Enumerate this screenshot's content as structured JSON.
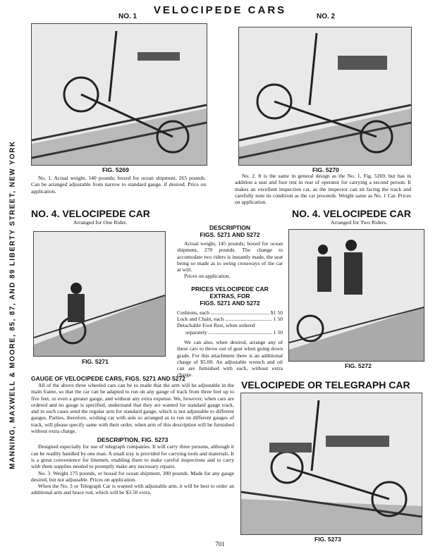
{
  "header": {
    "title": "VELOCIPEDE CARS",
    "no1": "NO. 1",
    "no2": "NO. 2"
  },
  "spine_text": "MANNING, MAXWELL & MOORE, 85, 87, AND 89 LIBERTY STREET, NEW YORK",
  "fig5269": {
    "caption": "FIG. 5269",
    "desc": "No. 1. Actual weight, 140 pounds; boxed for ocean shipment, 265 pounds. Can be arranged adjustable from narrow to standard gauge, if desired. Price on application."
  },
  "fig5270": {
    "caption": "FIG. 5270",
    "desc": "No. 2. It is the same in general design as the No. 1, Fig. 5269, but has in addition a seat and foot rest in rear of operator for carrying a second person. It makes an excellent inspection car, as the inspector can sit facing the track and carefully note its condition as the car proceeds. Weight same as No. 1 Car. Prices on application."
  },
  "no4_left": {
    "title": "NO. 4. VELOCIPEDE CAR",
    "sub": "Arranged for One Rider."
  },
  "no4_right": {
    "title": "NO. 4. VELOCIPEDE CAR",
    "sub": "Arranged for Two Riders."
  },
  "description": {
    "heading1": "DESCRIPTION",
    "heading2": "FIGS. 5271 AND 5272",
    "text": "Actual weight, 145 pounds; boxed for ocean shipment, 270 pounds. The change to accomodate two riders is instantly made, the seat being so made as to swing crossways of the car at will.",
    "price": "Prices on application."
  },
  "prices": {
    "heading1": "PRICES VELOCIPEDE CAR",
    "heading2": "EXTRAS, FOR",
    "heading3": "FIGS. 5271 AND 5272",
    "rows": [
      {
        "label": "Cushions, each",
        "amount": "$1 50"
      },
      {
        "label": "Lock and Chain, each",
        "amount": "1 50"
      },
      {
        "label": "Detachable Foot Rest, when ordered",
        "amount": ""
      },
      {
        "label": "separately",
        "amount": "1 50"
      }
    ],
    "note": "We can also, when desired, arrange any of these cars to throw out of gear when going down grade. For this attachment there is an additional charge of $5.00. An adjustable wrench and oil can are furnished with each, without extra charge."
  },
  "fig5271": {
    "caption": "FIG. 5271"
  },
  "fig5272": {
    "caption": "FIG. 5272"
  },
  "gauge": {
    "heading": "GAUGE OF VELOCIPEDE CARS, FIGS. 5271 AND 5272",
    "text": "All of the above three wheeled cars can be so made that the arm will be adjustable in the main frame, so that the car can be adapted to run on any gauge of track from three feet up to five feet, or even a greater gauge, and without any extra expense. We, however, when cars are ordered and no gauge is specified, understand that they are wanted for standard gauge track, and in such cases send the regular arm for standard gauge, which is not adjustable to different gauges. Parties, therefore, wishing car with arm so arranged as to run on different gauges of track, will please specify same with their order, when arm of this description will be furnished without extra charge."
  },
  "desc5273": {
    "heading": "DESCRIPTION, FIG. 5273",
    "p1": "Designed especially for use of telegraph companies. It will carry three persons, although it can be readily handled by one man. A small tray is provided for carrying tools and materials. It is a great convenience for linemen, enabling them to make careful inspections and to carry with them supplies needed to promptly make any necessary repairs.",
    "p2": "No. 3. Weight 175 pounds, or boxed for ocean shipment, 300 pounds. Made for any gauge desired, but not adjustable. Prices on application.",
    "p3": "When the No. 3 or Telegraph Car is wanted with adjustable arm, it will be best to order an additional arm and brace rod, which will be $3.50 extra."
  },
  "telegraph": {
    "title": "VELOCIPEDE OR TELEGRAPH CAR",
    "caption": "FIG. 5273"
  },
  "page_number": "701"
}
